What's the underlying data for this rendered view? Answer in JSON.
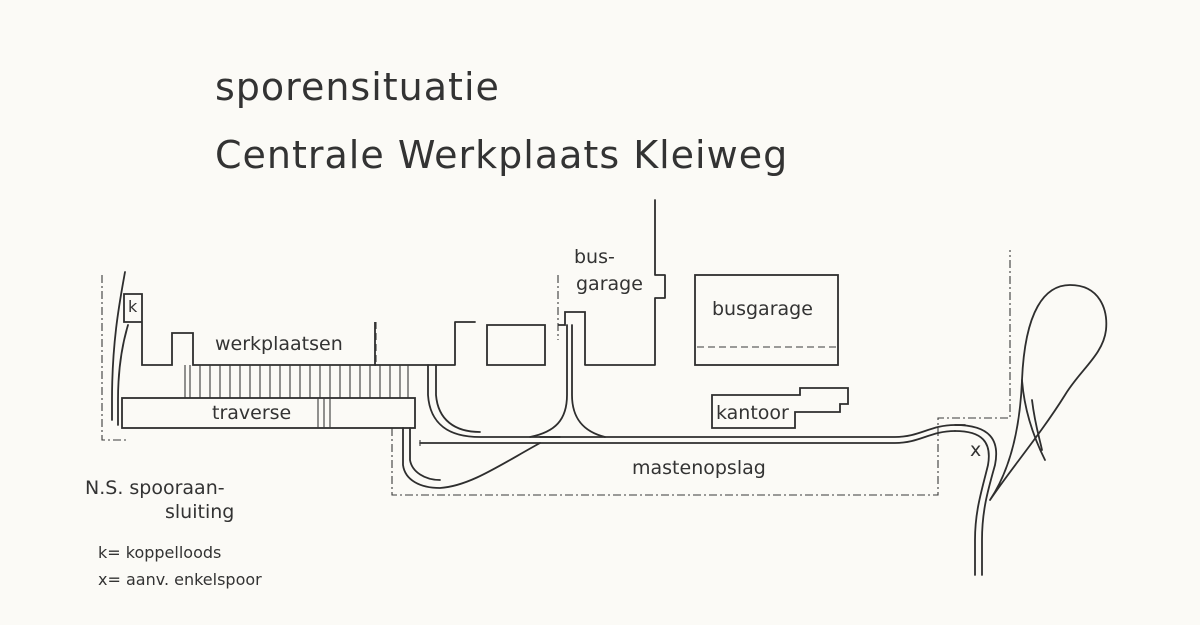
{
  "title": {
    "line1": "sporensituatie",
    "line2": "Centrale  Werkplaats  Kleiweg"
  },
  "labels": {
    "werkplaatsen": "werkplaatsen",
    "traverse": "traverse",
    "bus_line1": "bus-",
    "bus_line2": "garage",
    "busgarage": "busgarage",
    "kantoor": "kantoor",
    "mastenopslag": "mastenopslag",
    "k_marker": "k",
    "x_marker": "x",
    "ns_line1": "N.S. spooraan-",
    "ns_line2": "sluiting"
  },
  "legend": {
    "k": "k=  koppelloods",
    "x": "x=  aanv.  enkelspoor"
  },
  "colors": {
    "ink": "#2e2e2e",
    "paper": "#fbfaf6"
  }
}
